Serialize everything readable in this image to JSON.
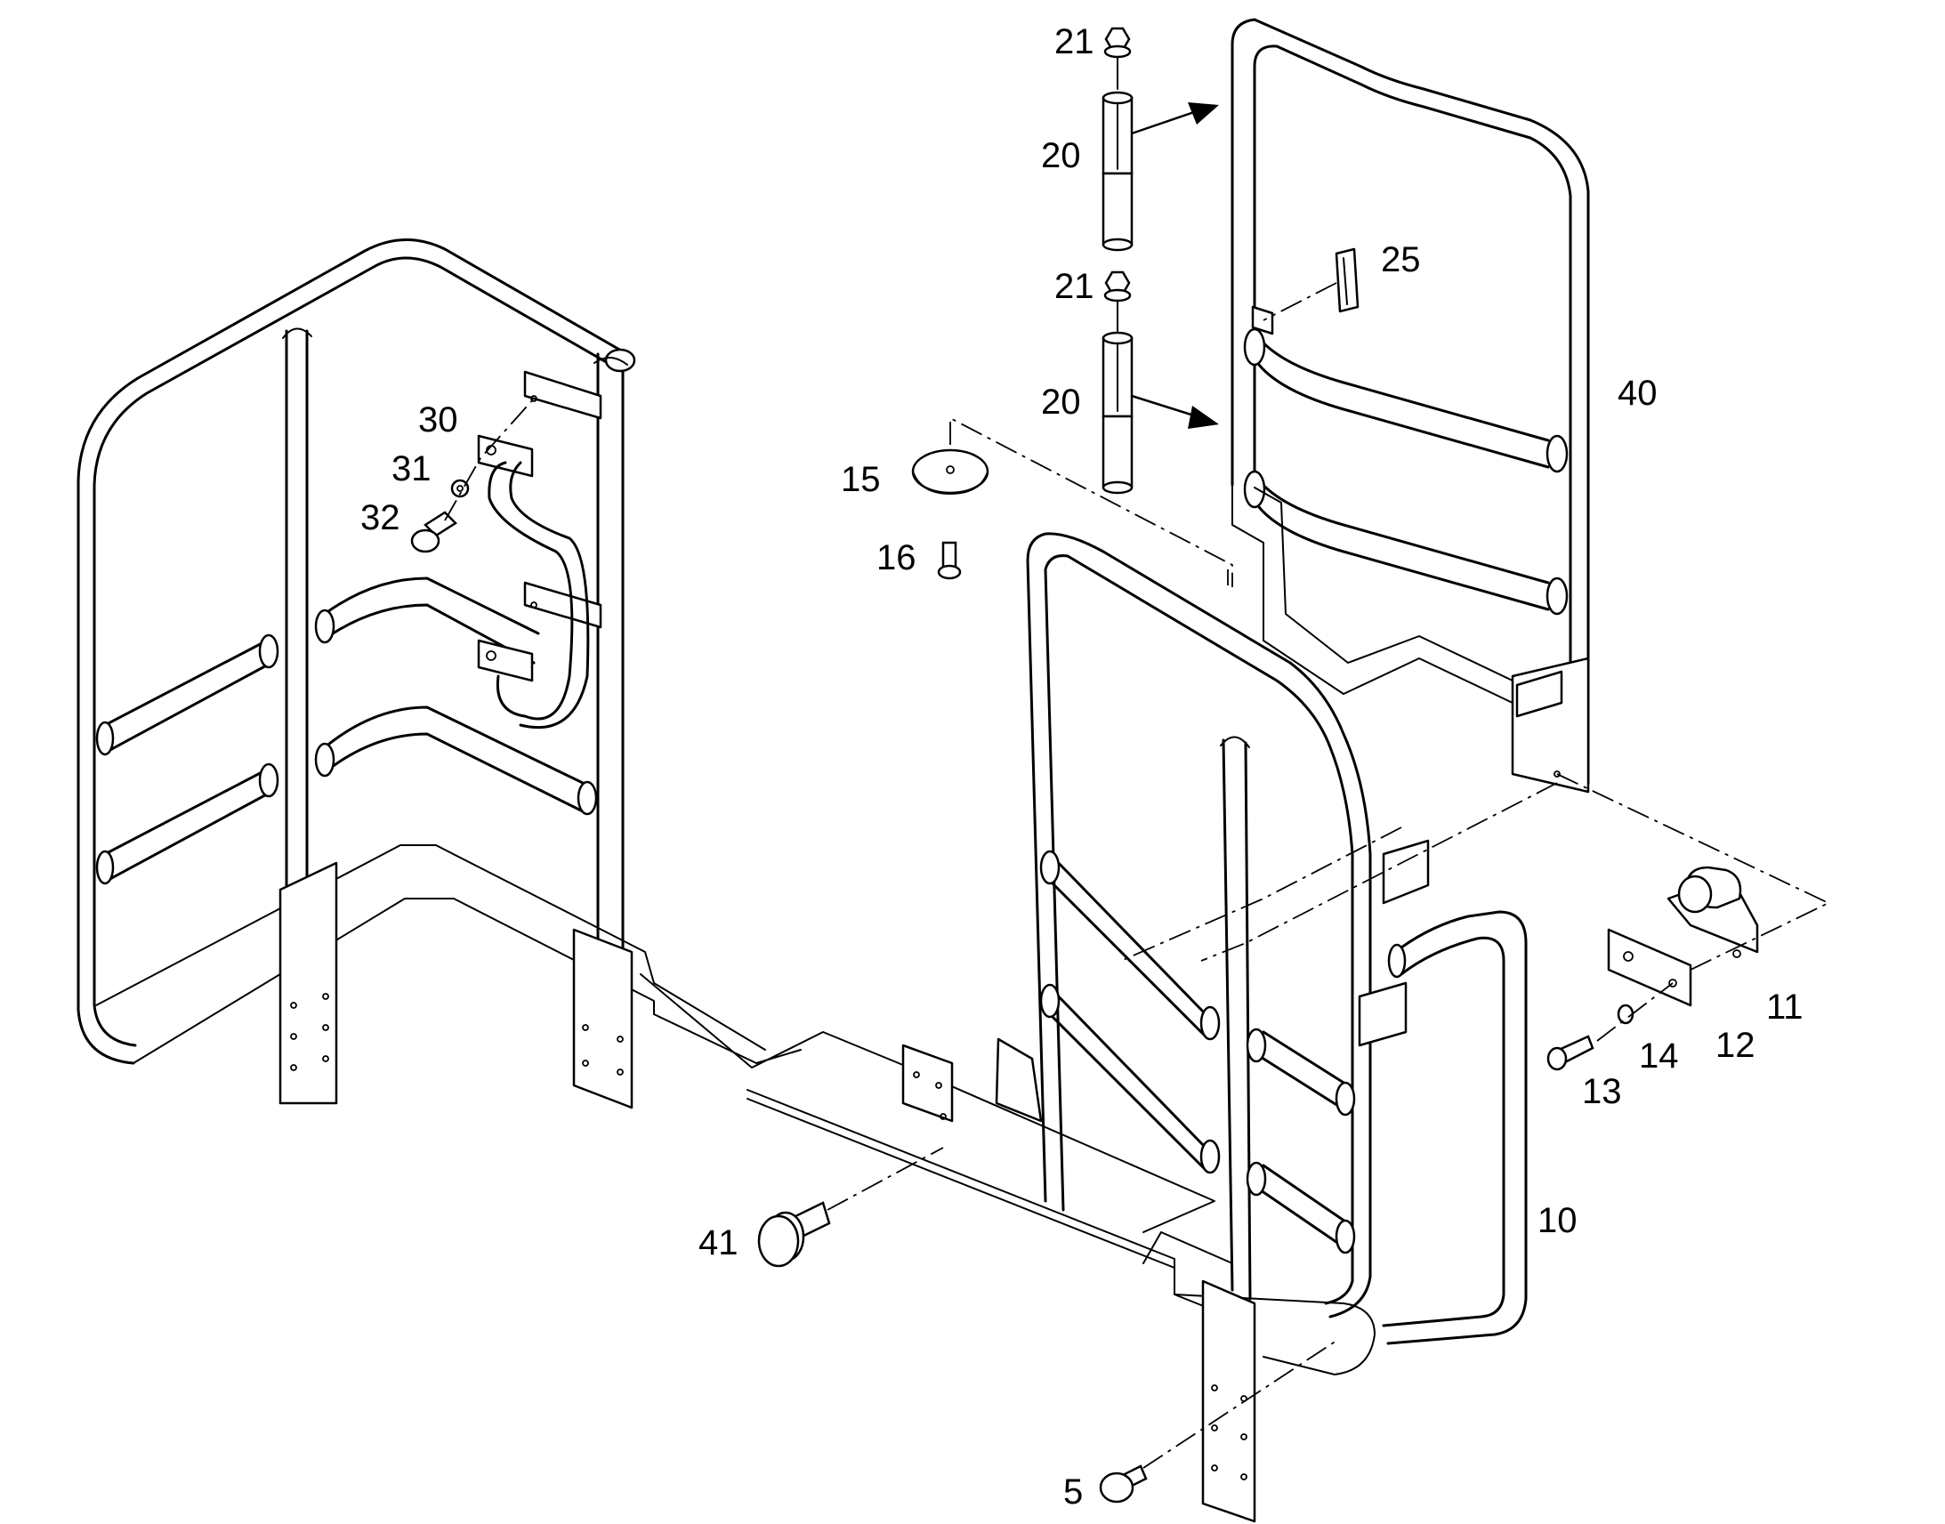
{
  "diagram": {
    "callouts": [
      {
        "id": "c21a",
        "text": "21"
      },
      {
        "id": "c20a",
        "text": "20"
      },
      {
        "id": "c21b",
        "text": "21"
      },
      {
        "id": "c25",
        "text": "25"
      },
      {
        "id": "c20b",
        "text": "20"
      },
      {
        "id": "c40",
        "text": "40"
      },
      {
        "id": "c30",
        "text": "30"
      },
      {
        "id": "c31",
        "text": "31"
      },
      {
        "id": "c32",
        "text": "32"
      },
      {
        "id": "c15",
        "text": "15"
      },
      {
        "id": "c16",
        "text": "16"
      },
      {
        "id": "c11",
        "text": "11"
      },
      {
        "id": "c12",
        "text": "12"
      },
      {
        "id": "c14",
        "text": "14"
      },
      {
        "id": "c13",
        "text": "13"
      },
      {
        "id": "c10",
        "text": "10"
      },
      {
        "id": "c41",
        "text": "41"
      },
      {
        "id": "c5",
        "text": "5"
      }
    ]
  }
}
